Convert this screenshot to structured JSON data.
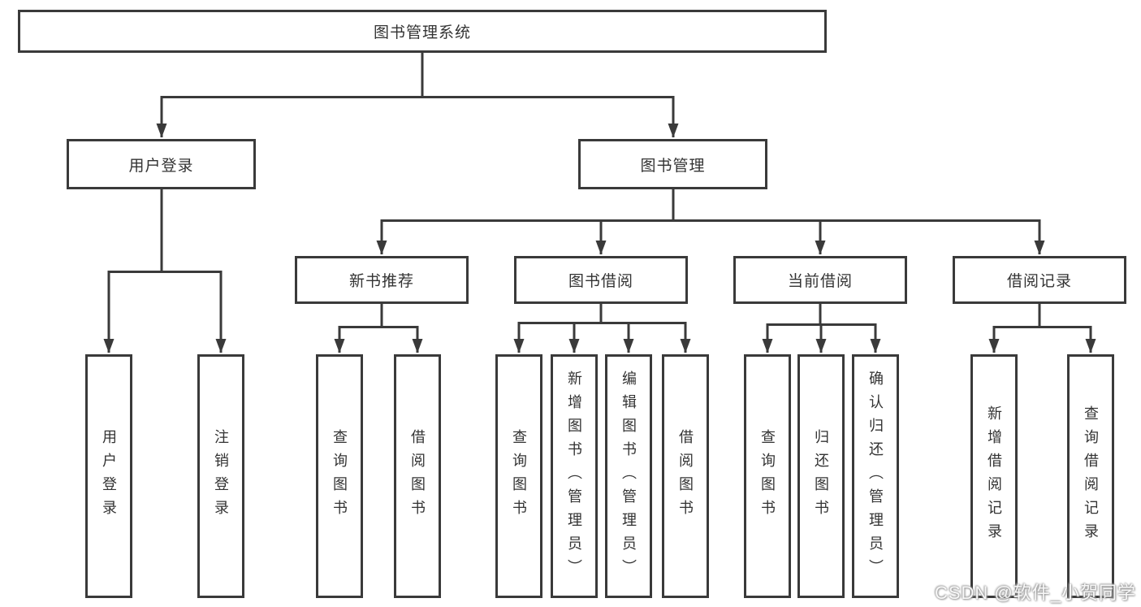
{
  "diagram": {
    "root": {
      "label": "图书管理系统"
    },
    "branches": [
      {
        "label": "用户登录",
        "children": [
          {
            "label": "用户登录"
          },
          {
            "label": "注销登录"
          }
        ]
      },
      {
        "label": "图书管理",
        "children": [
          {
            "label": "新书推荐",
            "children": [
              {
                "label": "查询图书"
              },
              {
                "label": "借阅图书"
              }
            ]
          },
          {
            "label": "图书借阅",
            "children": [
              {
                "label": "查询图书"
              },
              {
                "label": "新增图书（管理员）"
              },
              {
                "label": "编辑图书（管理员）"
              },
              {
                "label": "借阅图书"
              }
            ]
          },
          {
            "label": "当前借阅",
            "children": [
              {
                "label": "查询图书"
              },
              {
                "label": "归还图书"
              },
              {
                "label": "确认归还（管理员）"
              }
            ]
          },
          {
            "label": "借阅记录",
            "children": [
              {
                "label": "新增借阅记录"
              },
              {
                "label": "查询借阅记录"
              }
            ]
          }
        ]
      }
    ]
  },
  "watermark": {
    "text": "CSDN @软件_小贺同学"
  },
  "colors": {
    "line": "#3a3a3a",
    "box_fill": "#ffffff",
    "text": "#333333",
    "background": "#ffffff"
  }
}
